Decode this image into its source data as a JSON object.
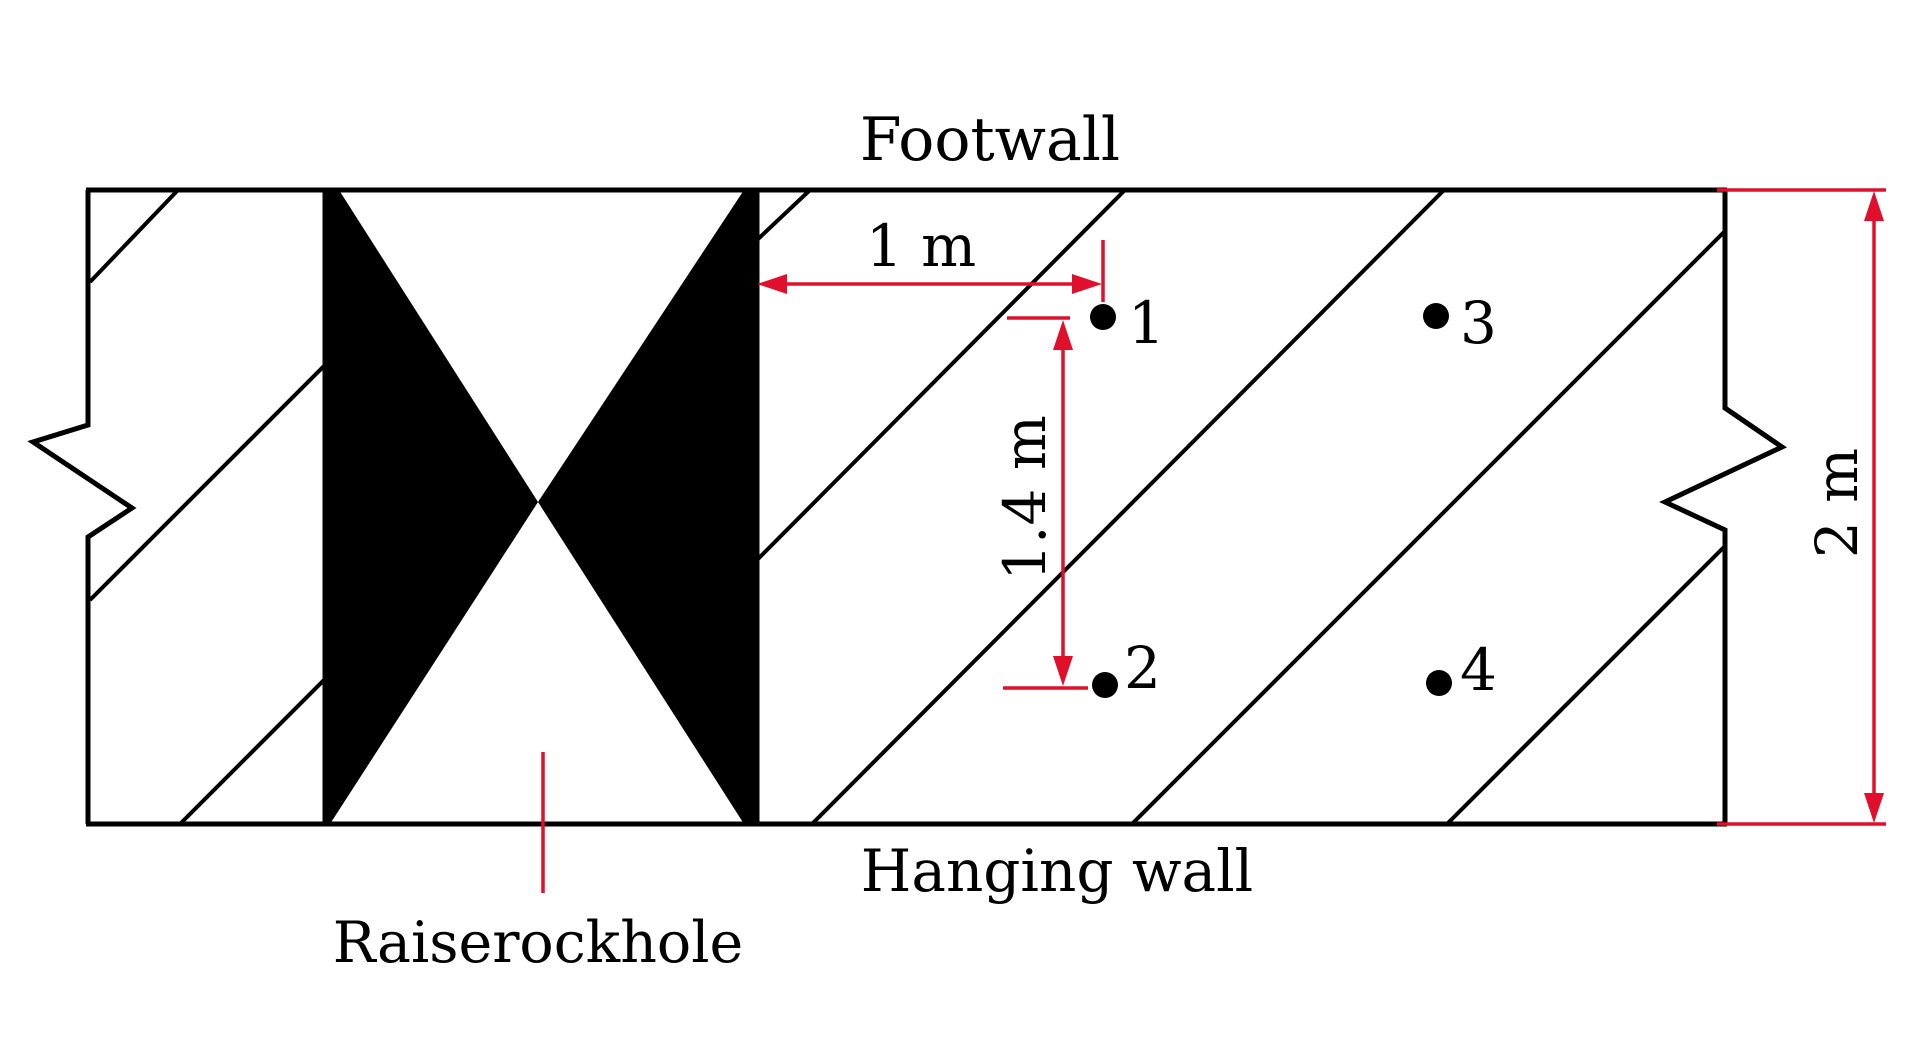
{
  "diagram": {
    "labels": {
      "footwall": "Footwall",
      "hanging_wall": "Hanging wall",
      "raise_rock_hole": "Raiserockhole"
    },
    "dimensions": {
      "horizontal_spacing": "1 m",
      "vertical_spacing": "1.4 m",
      "stope_width": "2 m"
    },
    "holes": [
      {
        "label": "1"
      },
      {
        "label": "2"
      },
      {
        "label": "3"
      },
      {
        "label": "4"
      }
    ],
    "colors": {
      "outline": "#000000",
      "dimension": "#e0102c",
      "background": "#ffffff"
    }
  }
}
